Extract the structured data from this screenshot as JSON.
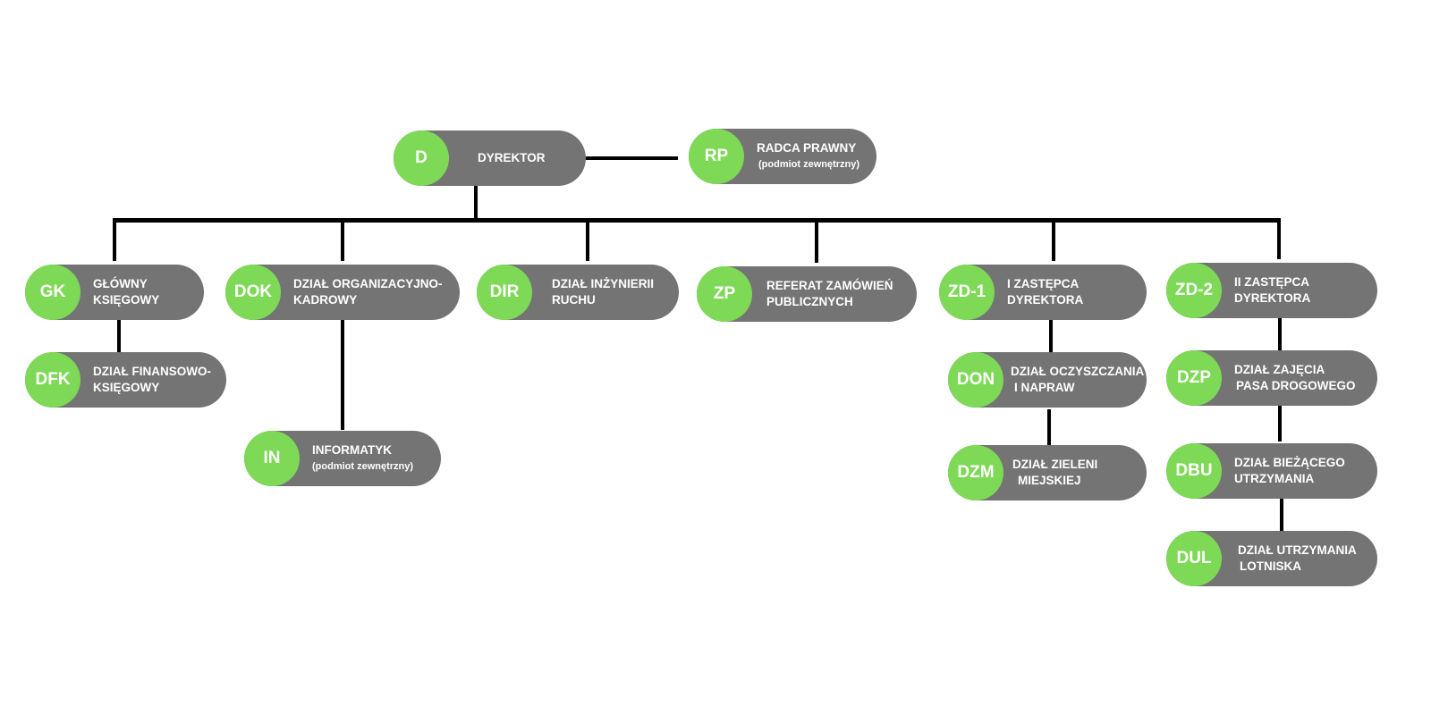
{
  "colors": {
    "badge": "#7ed957",
    "box": "#747474",
    "line": "#000000",
    "text": "#ffffff"
  },
  "nodes": {
    "d": {
      "code": "D",
      "line1": "DYREKTOR",
      "line2": ""
    },
    "rp": {
      "code": "RP",
      "line1": "RADCA PRAWNY",
      "line2": "(podmiot zewnętrzny)"
    },
    "gk": {
      "code": "GK",
      "line1": "GŁÓWNY",
      "line2": "KSIĘGOWY"
    },
    "dfk": {
      "code": "DFK",
      "line1": "DZIAŁ FINANSOWO-",
      "line2": "KSIĘGOWY"
    },
    "dok": {
      "code": "DOK",
      "line1": "DZIAŁ ORGANIZACYJNO-",
      "line2": "KADROWY"
    },
    "in": {
      "code": "IN",
      "line1": "INFORMATYK",
      "line2": "(podmiot zewnętrzny)"
    },
    "dir": {
      "code": "DIR",
      "line1": "DZIAŁ INŻYNIERII",
      "line2": "RUCHU"
    },
    "zp": {
      "code": "ZP",
      "line1": "REFERAT ZAMÓWIEŃ",
      "line2": "PUBLICZNYCH"
    },
    "zd1": {
      "code": "ZD-1",
      "line1": "I ZASTĘPCA",
      "line2": "DYREKTORA"
    },
    "don": {
      "code": "DON",
      "line1": "DZIAŁ OCZYSZCZANIA",
      "line2": "I NAPRAW"
    },
    "dzm": {
      "code": "DZM",
      "line1": "DZIAŁ ZIELENI",
      "line2": "MIEJSKIEJ"
    },
    "zd2": {
      "code": "ZD-2",
      "line1": "II ZASTĘPCA",
      "line2": "DYREKTORA"
    },
    "dzp": {
      "code": "DZP",
      "line1": "DZIAŁ ZAJĘCIA",
      "line2": "PASA DROGOWEGO"
    },
    "dbu": {
      "code": "DBU",
      "line1": "DZIAŁ BIEŻĄCEGO",
      "line2": "UTRZYMANIA"
    },
    "dul": {
      "code": "DUL",
      "line1": "DZIAŁ UTRZYMANIA",
      "line2": "LOTNISKA"
    }
  }
}
